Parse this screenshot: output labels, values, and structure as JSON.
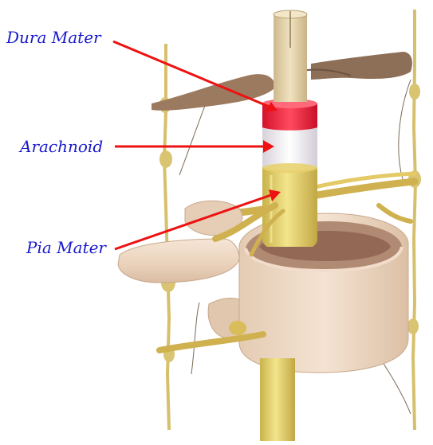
{
  "labels": {
    "dura_mater": "Dura Mater",
    "arachnoid": "Arachnoid",
    "pia_mater": "Pia Mater"
  },
  "colors": {
    "label_text": "#1a1acc",
    "arrow": "#ee1111",
    "dura_band": "#e8203a",
    "arachnoid_band": "#ece8ee",
    "pia_cord": "#e6d36a",
    "bone": "#efd9c4",
    "nerve": "#d8c26a"
  }
}
